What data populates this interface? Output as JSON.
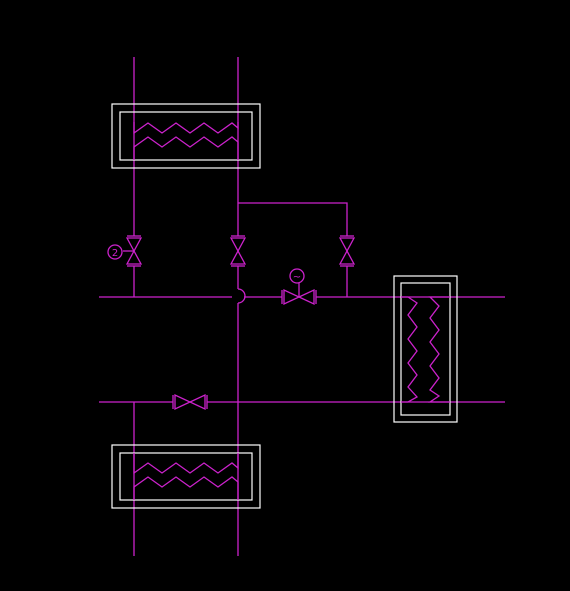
{
  "diagram": {
    "background_color": "#000000",
    "pipe_color": "#cc22cc",
    "housing_color": "#ffffff",
    "actuator_labels": {
      "motorized_valve": "2",
      "control_valve": "~"
    },
    "components": [
      {
        "name": "heat-exchanger-coil-top",
        "kind": "heating coil"
      },
      {
        "name": "heat-exchanger-coil-bottom",
        "kind": "heating coil"
      },
      {
        "name": "heat-exchanger-coil-right",
        "kind": "heating coil"
      },
      {
        "name": "gate-valve-left",
        "kind": "motorized valve"
      },
      {
        "name": "gate-valve-center",
        "kind": "valve"
      },
      {
        "name": "gate-valve-right",
        "kind": "valve"
      },
      {
        "name": "control-valve",
        "kind": "modulating control valve"
      },
      {
        "name": "isolation-valve",
        "kind": "valve"
      }
    ]
  }
}
